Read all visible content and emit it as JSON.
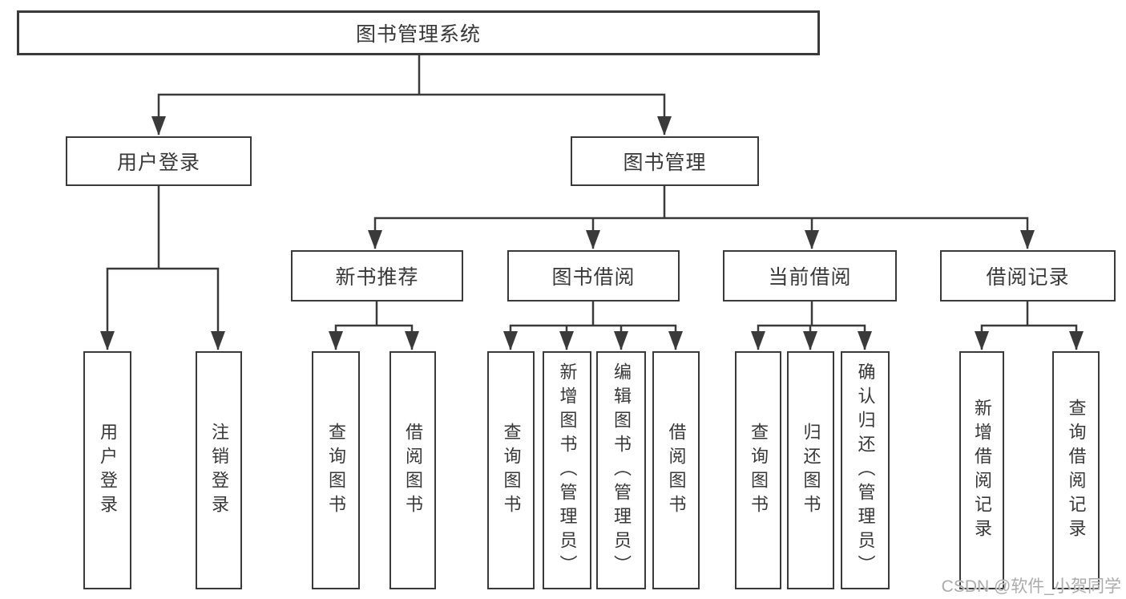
{
  "diagram": {
    "root": "图书管理系统",
    "branches": [
      {
        "label": "用户登录",
        "leaves": [
          "用户登录",
          "注销登录"
        ]
      },
      {
        "label": "图书管理",
        "groups": [
          {
            "label": "新书推荐",
            "leaves": [
              "查询图书",
              "借阅图书"
            ]
          },
          {
            "label": "图书借阅",
            "leaves": [
              "查询图书",
              "新增图书（管理员）",
              "编辑图书（管理员）",
              "借阅图书"
            ]
          },
          {
            "label": "当前借阅",
            "leaves": [
              "查询图书",
              "归还图书",
              "确认归还（管理员）"
            ]
          },
          {
            "label": "借阅记录",
            "leaves": [
              "新增借阅记录",
              "查询借阅记录"
            ]
          }
        ]
      }
    ]
  },
  "watermark": "CSDN @软件_小贺同学",
  "colors": {
    "line": "#3a3a3a",
    "text": "#383838",
    "watermark": "#ababab",
    "background": "#ffffff"
  }
}
